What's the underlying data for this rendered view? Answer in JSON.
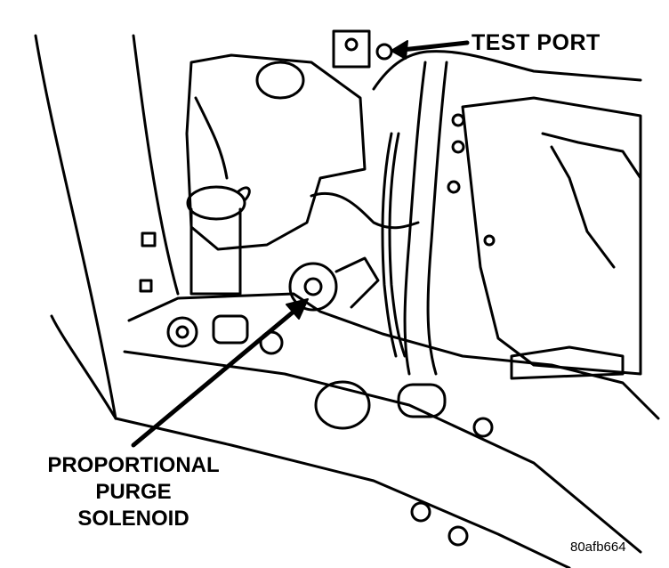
{
  "labels": {
    "test_port": "TEST PORT",
    "solenoid_line1": "PROPORTIONAL",
    "solenoid_line2": "PURGE",
    "solenoid_line3": "SOLENOID",
    "figure_ref": "80afb664"
  }
}
